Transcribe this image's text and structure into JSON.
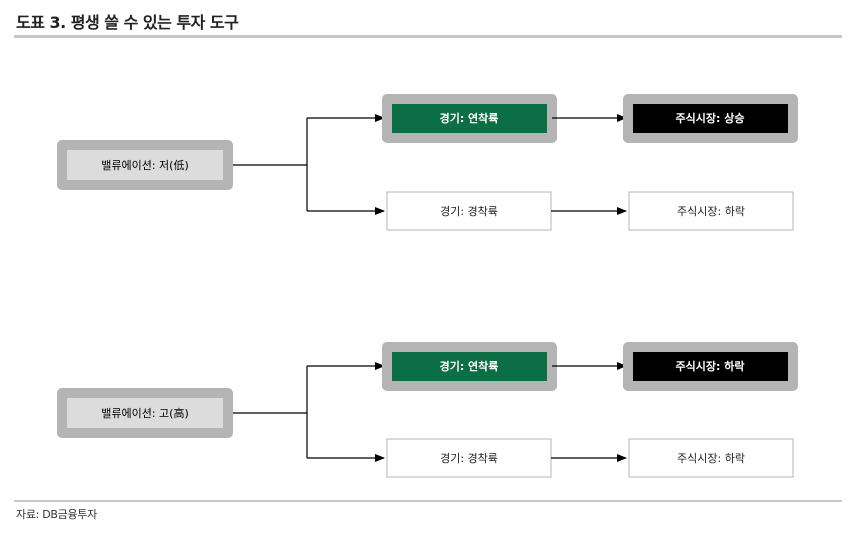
{
  "title": "도표 3. 평생 쓸 수 있는 투자 도구",
  "source": "자료: DB금융투자",
  "colors": {
    "green": "#0b6e44",
    "black": "#000000",
    "frame": "#b4b4b4",
    "inner": "#dcdcdc",
    "line": "#000000"
  },
  "panels": [
    {
      "valuation": "밸류에이션: 저(低)",
      "upper_econ": "경기: 연착륙",
      "upper_market": "주식시장: 상승",
      "lower_econ": "경기: 경착륙",
      "lower_market": "주식시장: 하락"
    },
    {
      "valuation": "밸류에이션: 고(高)",
      "upper_econ": "경기: 연착륙",
      "upper_market": "주식시장: 하락",
      "lower_econ": "경기: 경착륙",
      "lower_market": "주식시장: 하락"
    }
  ]
}
